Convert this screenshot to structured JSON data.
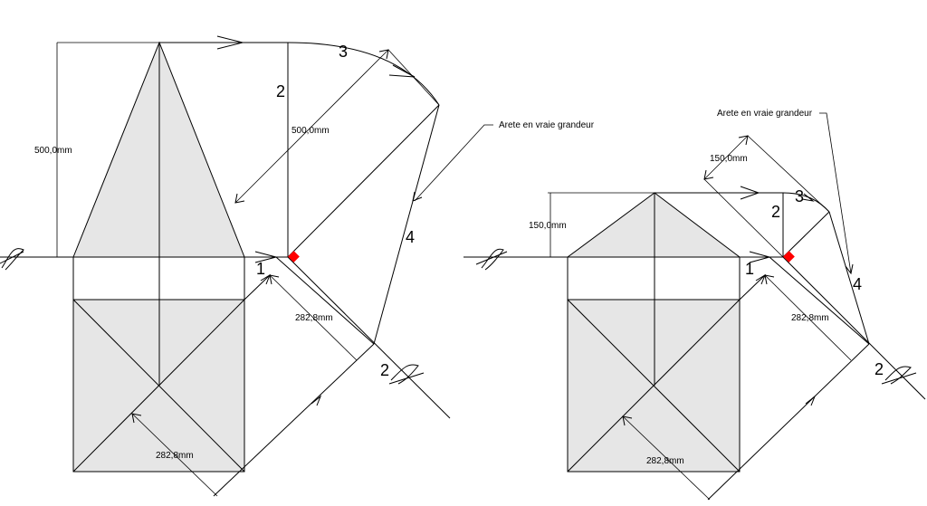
{
  "left": {
    "dims": {
      "height": "500,0mm",
      "diag": "500,0mm",
      "half_diag": "282,8mm",
      "base": "282,8mm"
    },
    "labels": {
      "n1": "1",
      "n2a": "2",
      "n2b": "2",
      "n3": "3",
      "n4": "4"
    },
    "callout": "Arete en vraie grandeur"
  },
  "right": {
    "dims": {
      "height": "150,0mm",
      "diag": "150,0mm",
      "half_diag": "282,8mm",
      "base": "282,8mm"
    },
    "labels": {
      "n1": "1",
      "n2a": "2",
      "n2b": "2",
      "n3": "3",
      "n4": "4"
    },
    "callout": "Arete en vraie grandeur"
  },
  "colors": {
    "fill": "#e6e6e6",
    "marker": "#ff0000"
  }
}
